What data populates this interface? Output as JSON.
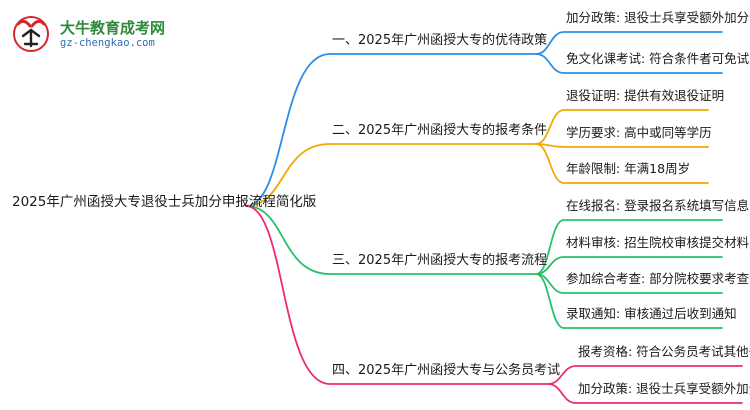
{
  "logo": {
    "brand": "大牛教育成考网",
    "site": "gz-chengkao.com"
  },
  "root": {
    "label": "2025年广州函授大专退役士兵加分申报流程简化版"
  },
  "colors": {
    "blue": "#2a8ee8",
    "orange": "#f0aa00",
    "green": "#29c06a",
    "pink": "#ee2a74"
  },
  "branches": [
    {
      "label": "一、2025年广州函授大专的优待政策",
      "color": "blue",
      "leaves": [
        "加分政策: 退役士兵享受额外加分",
        "免文化课考试: 符合条件者可免试"
      ]
    },
    {
      "label": "二、2025年广州函授大专的报考条件",
      "color": "orange",
      "leaves": [
        "退役证明: 提供有效退役证明",
        "学历要求: 高中或同等学历",
        "年龄限制: 年满18周岁"
      ]
    },
    {
      "label": "三、2025年广州函授大专的报考流程",
      "color": "green",
      "leaves": [
        "在线报名: 登录报名系统填写信息",
        "材料审核: 招生院校审核提交材料",
        "参加综合考查: 部分院校要求考查",
        "录取通知: 审核通过后收到通知"
      ]
    },
    {
      "label": "四、2025年广州函授大专与公务员考试",
      "color": "pink",
      "leaves": [
        "报考资格: 符合公务员考试其他条件",
        "加分政策: 退役士兵享受额外加分"
      ]
    }
  ]
}
